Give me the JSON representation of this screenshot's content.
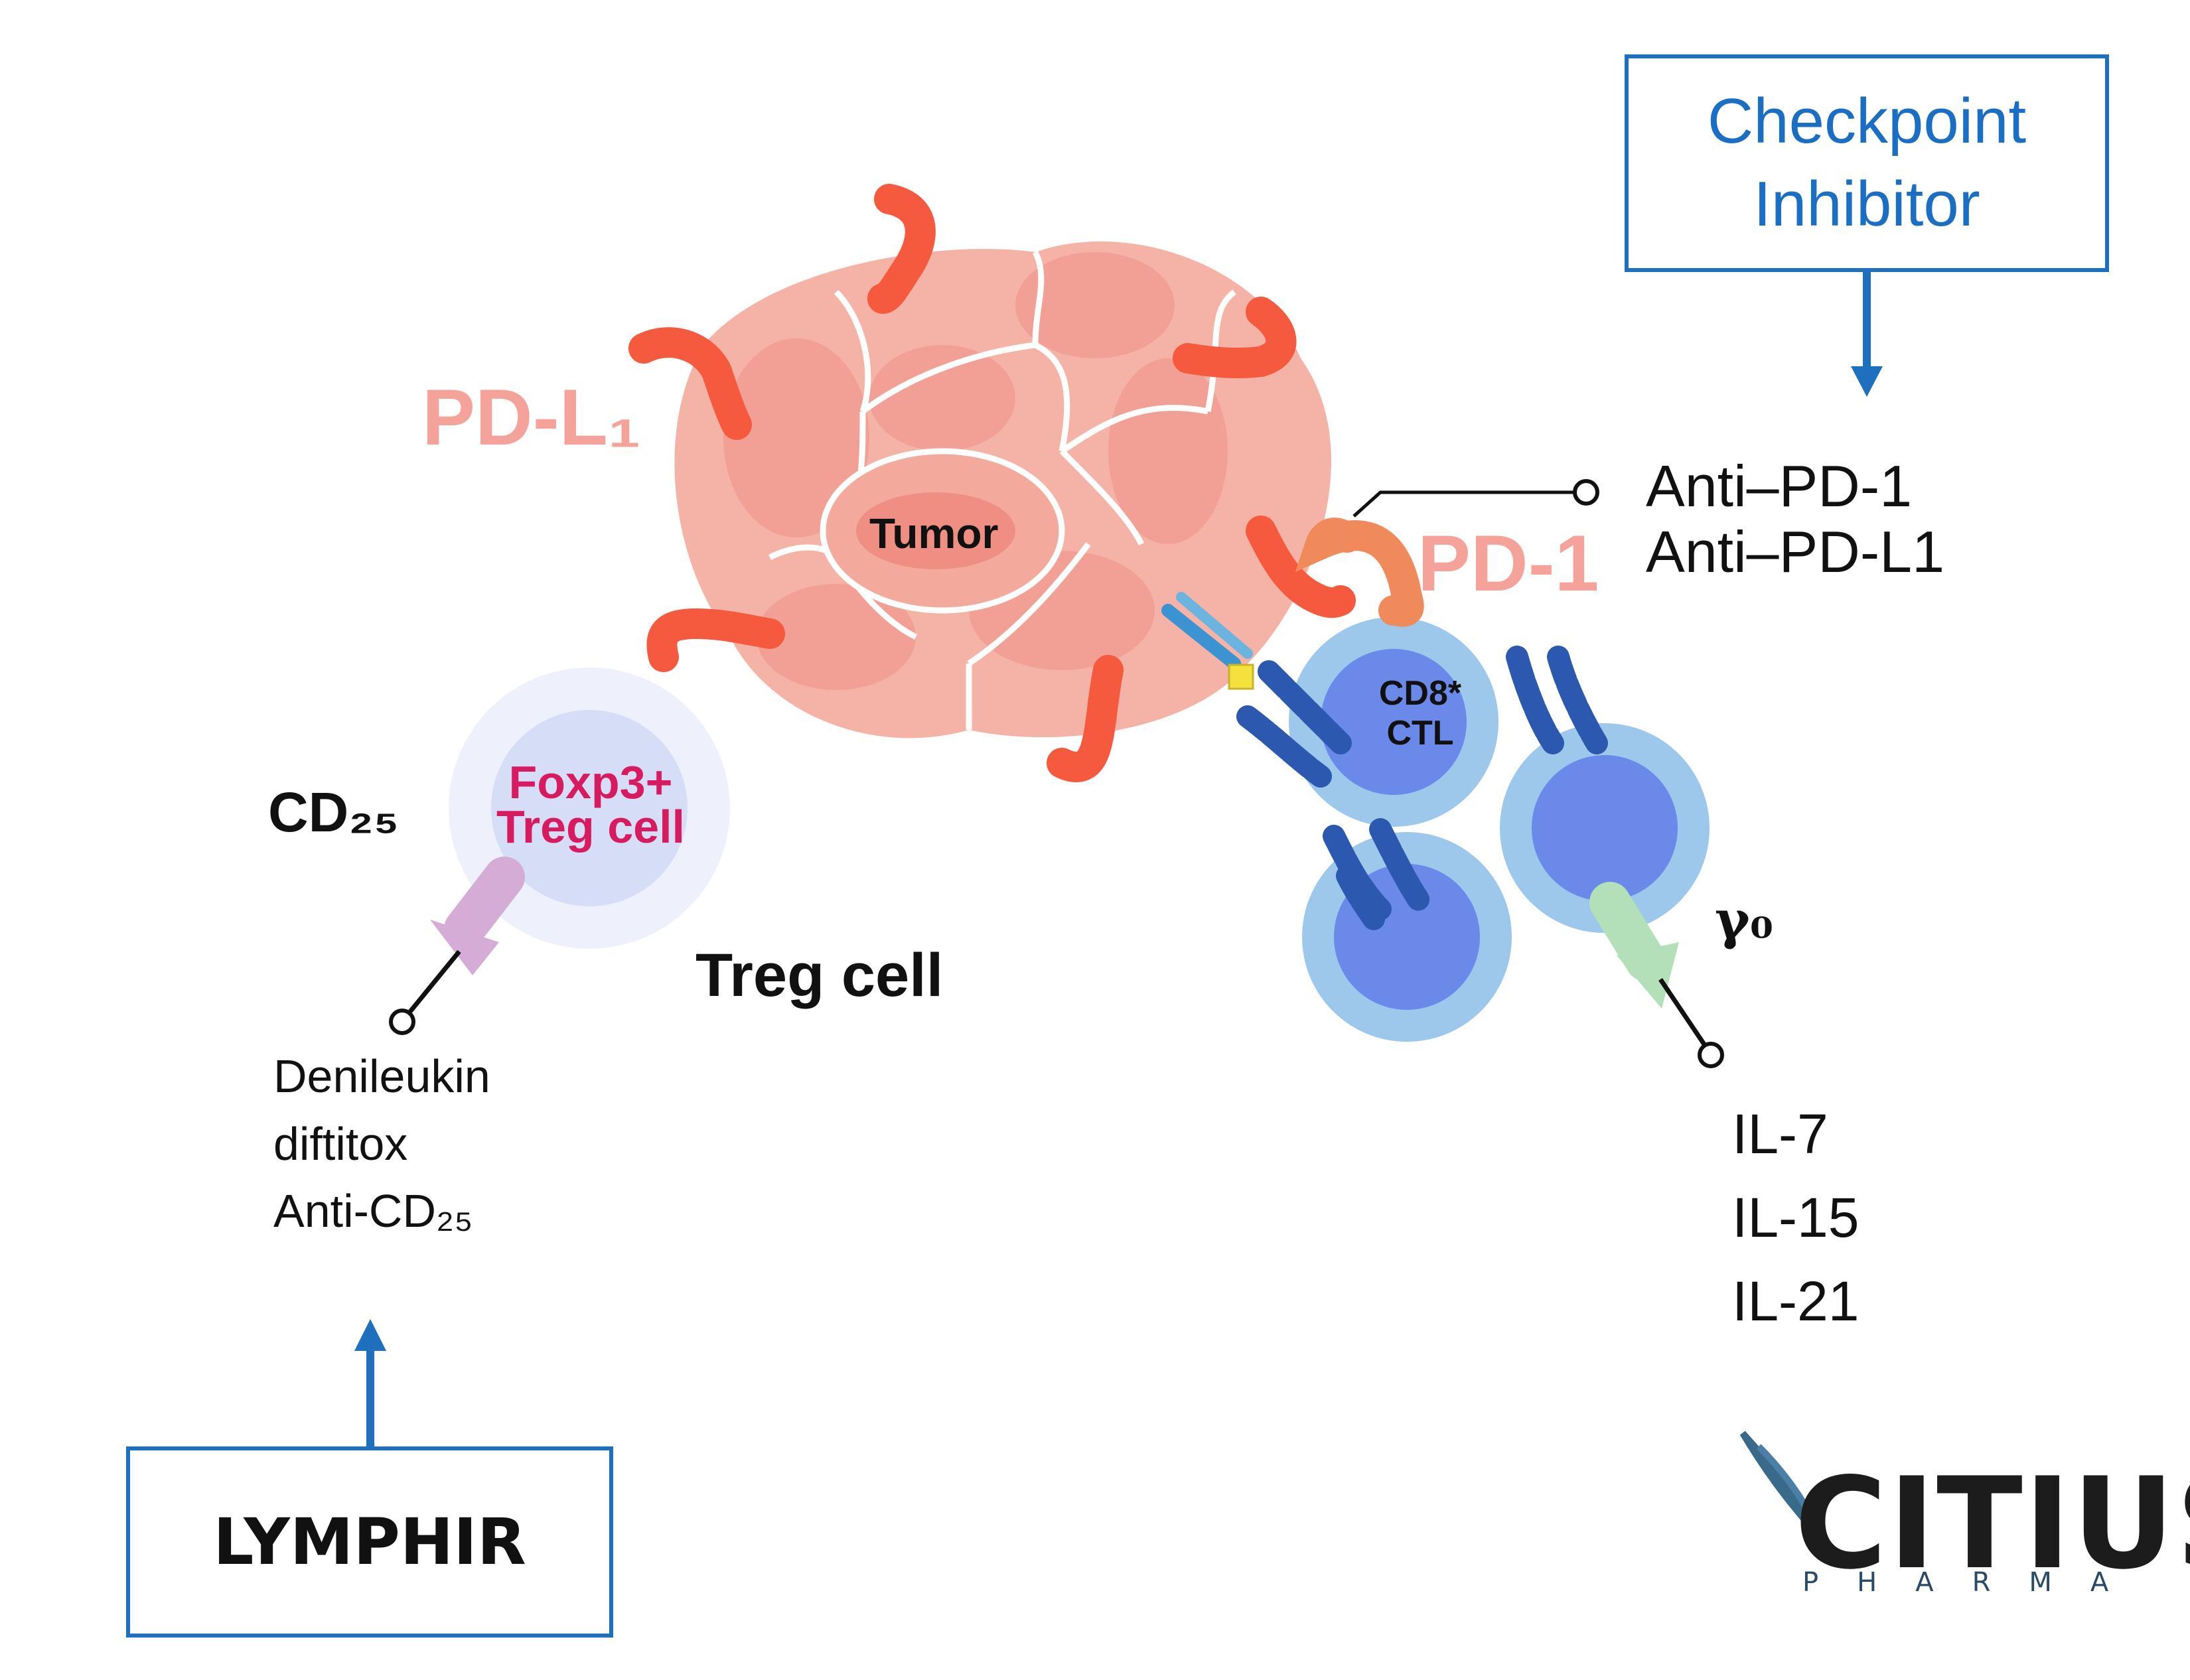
{
  "checkpoint_box": {
    "text": "Checkpoint\nInhibitor"
  },
  "lymphir_box": {
    "text": "LYMPHIR"
  },
  "labels": {
    "pd_l1": "PD-L₁",
    "pd_1": "PD-1",
    "tumor": "Tumor",
    "cd8_ctl": "CD8*\nCTL",
    "foxp3": "Foxp3+\nTreg cell",
    "cd25": "CD₂₅",
    "treg_cell": "Treg cell",
    "gamma": "γ₀"
  },
  "therapies": {
    "anti_pd": "Anti–PD-1\nAnti–PD-L1",
    "treg_drugs": "Denileukin\ndiftitox\nAnti-CD₂₅",
    "cytokines": "IL-7\nIL-15\nIL-21"
  },
  "logo": {
    "word": "CITIUS",
    "sub": "PHARMA"
  },
  "colors": {
    "accent_blue": "#1f6fbf",
    "tumor_pink": "#f4b3a6",
    "pd_l1_receptor": "#f65a3e",
    "t_cell_blue": "#6b89e8",
    "treg_purple": "#d6ddf6",
    "foxp3_text": "#d81b60"
  }
}
